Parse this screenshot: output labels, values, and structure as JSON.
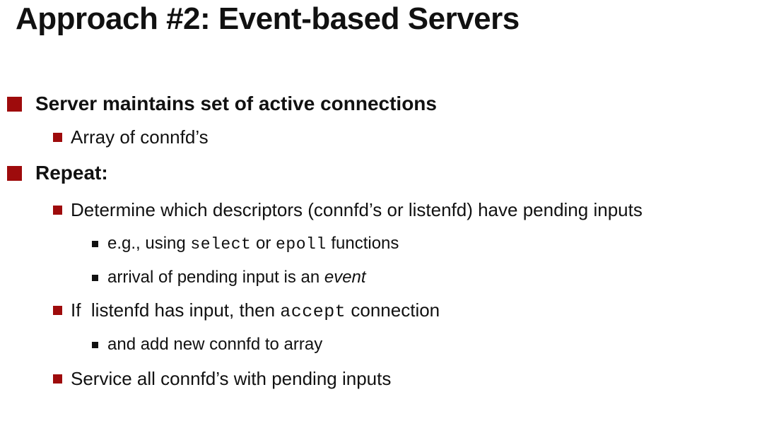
{
  "slide": {
    "title": "Approach #2: Event-based Servers",
    "colors": {
      "background": "#ffffff",
      "text": "#111111",
      "bullet_red": "#9e0b0c",
      "bullet_black": "#111111"
    }
  },
  "content": {
    "items": [
      {
        "level": 1,
        "bold": true,
        "segments": [
          {
            "text": "Server maintains set of active connections"
          }
        ]
      },
      {
        "level": 2,
        "bold": false,
        "segments": [
          {
            "text": "Array of connfd’s"
          }
        ]
      },
      {
        "level": 1,
        "bold": true,
        "segments": [
          {
            "text": "Repeat:"
          }
        ]
      },
      {
        "level": 2,
        "bold": false,
        "segments": [
          {
            "text": "Determine which descriptors (connfd’s or listenfd) have pending inputs"
          }
        ]
      },
      {
        "level": 3,
        "bold": false,
        "segments": [
          {
            "text": "e.g., using "
          },
          {
            "text": "select",
            "style": "mono"
          },
          {
            "text": " or "
          },
          {
            "text": "epoll",
            "style": "mono"
          },
          {
            "text": " functions"
          }
        ]
      },
      {
        "level": 3,
        "bold": false,
        "segments": [
          {
            "text": "arrival of pending input is an "
          },
          {
            "text": "event",
            "style": "italic"
          }
        ]
      },
      {
        "level": 2,
        "bold": false,
        "segments": [
          {
            "text": "If  listenfd has input, then "
          },
          {
            "text": "accept",
            "style": "mono"
          },
          {
            "text": " connection"
          }
        ]
      },
      {
        "level": 3,
        "bold": false,
        "segments": [
          {
            "text": "and add new connfd to array"
          }
        ]
      },
      {
        "level": 2,
        "bold": false,
        "segments": [
          {
            "text": "Service all connfd’s with pending inputs"
          }
        ]
      }
    ]
  }
}
